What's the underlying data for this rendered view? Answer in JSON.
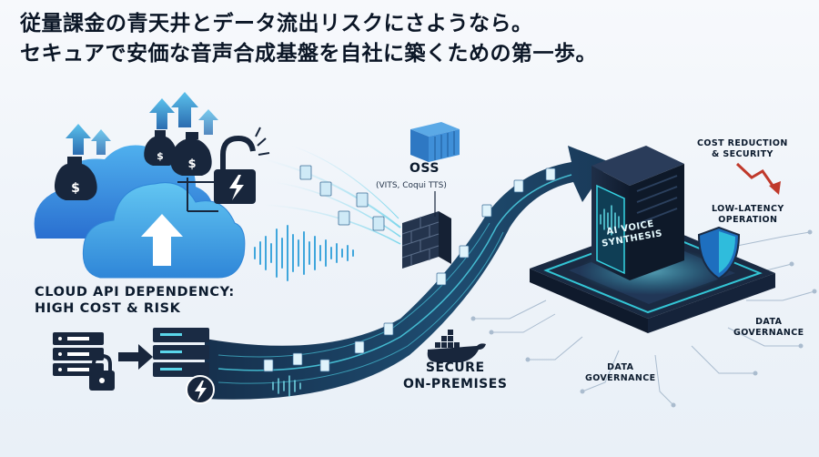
{
  "headline": {
    "line1": "従量課金の青天井とデータ流出リスクにさようなら。",
    "line2": "セキュアで安価な音声合成基盤を自社に築くための第一歩。"
  },
  "left": {
    "label_line1": "CLOUD API DEPENDENCY:",
    "label_line2": "HIGH COST & RISK"
  },
  "middle": {
    "oss_title": "OSS",
    "oss_subtitle": "(VITS, Coqui TTS)",
    "secure_line1": "SECURE",
    "secure_line2": "ON-PREMISES"
  },
  "server": {
    "screen_line1": "AI VOICE",
    "screen_line2": "SYNTHESIS"
  },
  "benefits": {
    "cost_line1": "COST REDUCTION",
    "cost_line2": "& SECURITY",
    "latency_line1": "LOW-LATENCY",
    "latency_line2": "OPERATION",
    "governance_a_line1": "DATA",
    "governance_a_line2": "GOVERNANCE",
    "governance_b_line1": "DATA",
    "governance_b_line2": "GOVERNANCE"
  },
  "colors": {
    "cloud_blue": "#2f8bd8",
    "cyan_glow": "#36d6e6",
    "dark_navy": "#17263d",
    "accent_red": "#c0392b"
  }
}
